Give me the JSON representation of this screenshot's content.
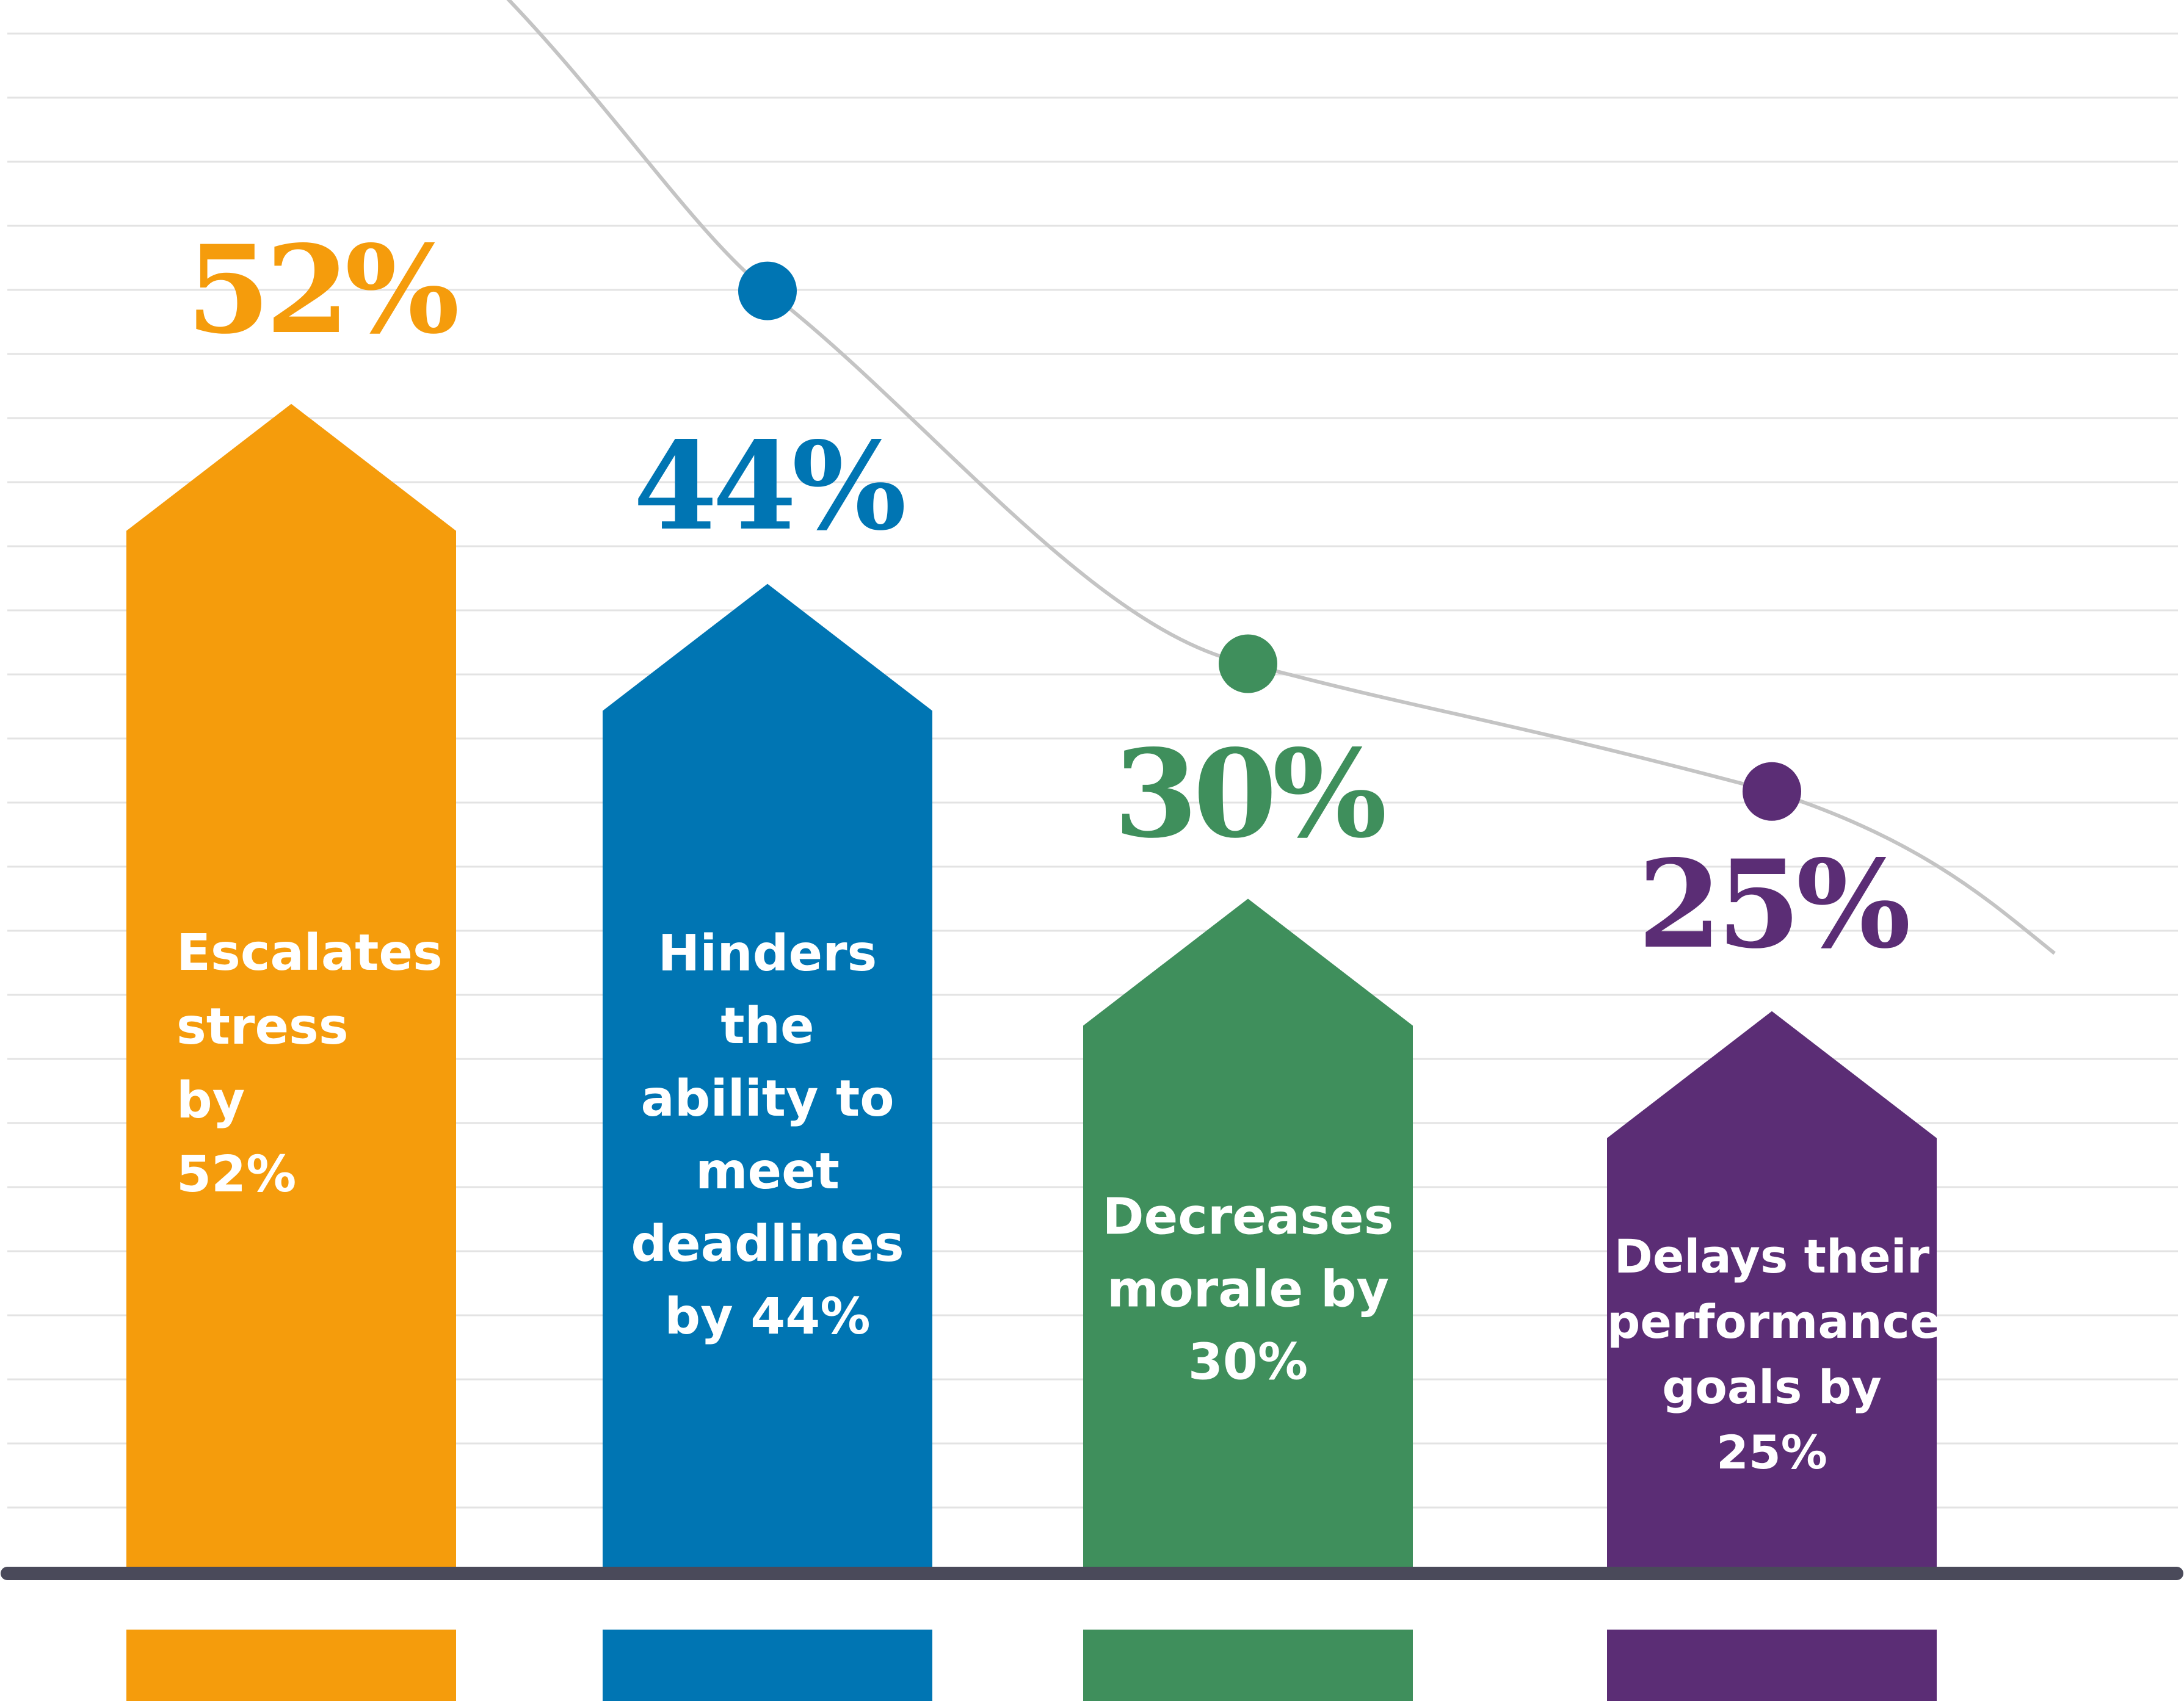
{
  "chart_data": {
    "type": "bar",
    "title": "",
    "xlabel": "",
    "ylabel": "",
    "ylim": [
      0,
      60
    ],
    "grid": true,
    "bar_shape": "arrow",
    "legend": "none",
    "categories": [
      "Escalates stress by 52%",
      "Hinders the ability to meet deadlines by 44%",
      "Decreases morale by 30%",
      "Delays their performance goals by 25%"
    ],
    "values": [
      52,
      44,
      30,
      25
    ],
    "value_labels": [
      "52%",
      "44%",
      "30%",
      "25%"
    ],
    "bar_texts": [
      "Escalates\nstress by\n52%",
      "Hinders\nthe\nability to\nmeet\ndeadlines\nby 44%",
      "Decreases\nmorale by\n30%",
      "Delays their\nperformance\ngoals by 25%"
    ],
    "colors": [
      "#f59c0c",
      "#0075b3",
      "#3f8f5c",
      "#5b2d75"
    ],
    "trend_line": {
      "color": "#c4c4c4",
      "marker_colors": [
        "#f59c0c",
        "#0075b3",
        "#3f8f5c",
        "#5b2d75"
      ]
    },
    "baseline_color": "#4a4a5a",
    "gridline_color": "#e3e3e3"
  }
}
